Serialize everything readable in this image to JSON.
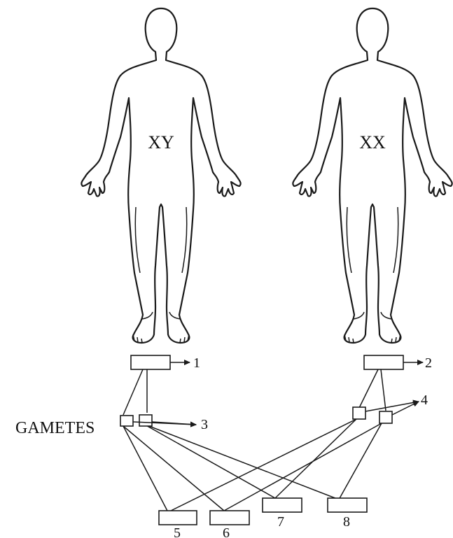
{
  "figures": [
    {
      "id": "male",
      "chromosomes": "XY"
    },
    {
      "id": "female",
      "chromosomes": "XX"
    }
  ],
  "gametes_label": "GAMETES",
  "numbers": {
    "n1": "1",
    "n2": "2",
    "n3": "3",
    "n4": "4",
    "n5": "5",
    "n6": "6",
    "n7": "7",
    "n8": "8"
  }
}
